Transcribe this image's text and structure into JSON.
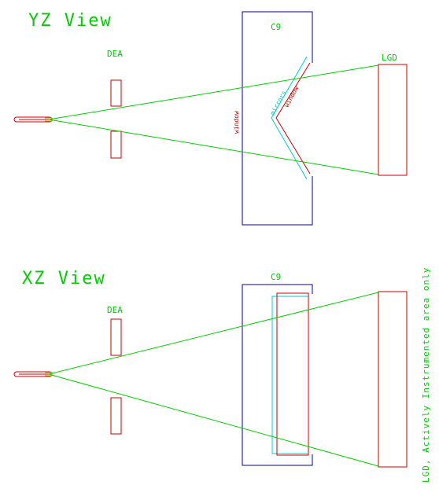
{
  "colors": {
    "beam": "#00d000",
    "label": "#00cc00",
    "detector": "#cc0000",
    "cerenkov": "#000099",
    "mirror": "#00cccc",
    "window_label": "#cc0000"
  },
  "yz_view": {
    "title": "YZ View",
    "dea_label": "DEA",
    "c9_label": "C9",
    "lgd_label": "LGD",
    "window_left_label": "window",
    "mirrors_label": "mirrors",
    "window_right_label": "window"
  },
  "xz_view": {
    "title": "XZ View",
    "dea_label": "DEA",
    "c9_label": "C9",
    "lgd_label": "LGD, Actively Instrumented area only"
  }
}
